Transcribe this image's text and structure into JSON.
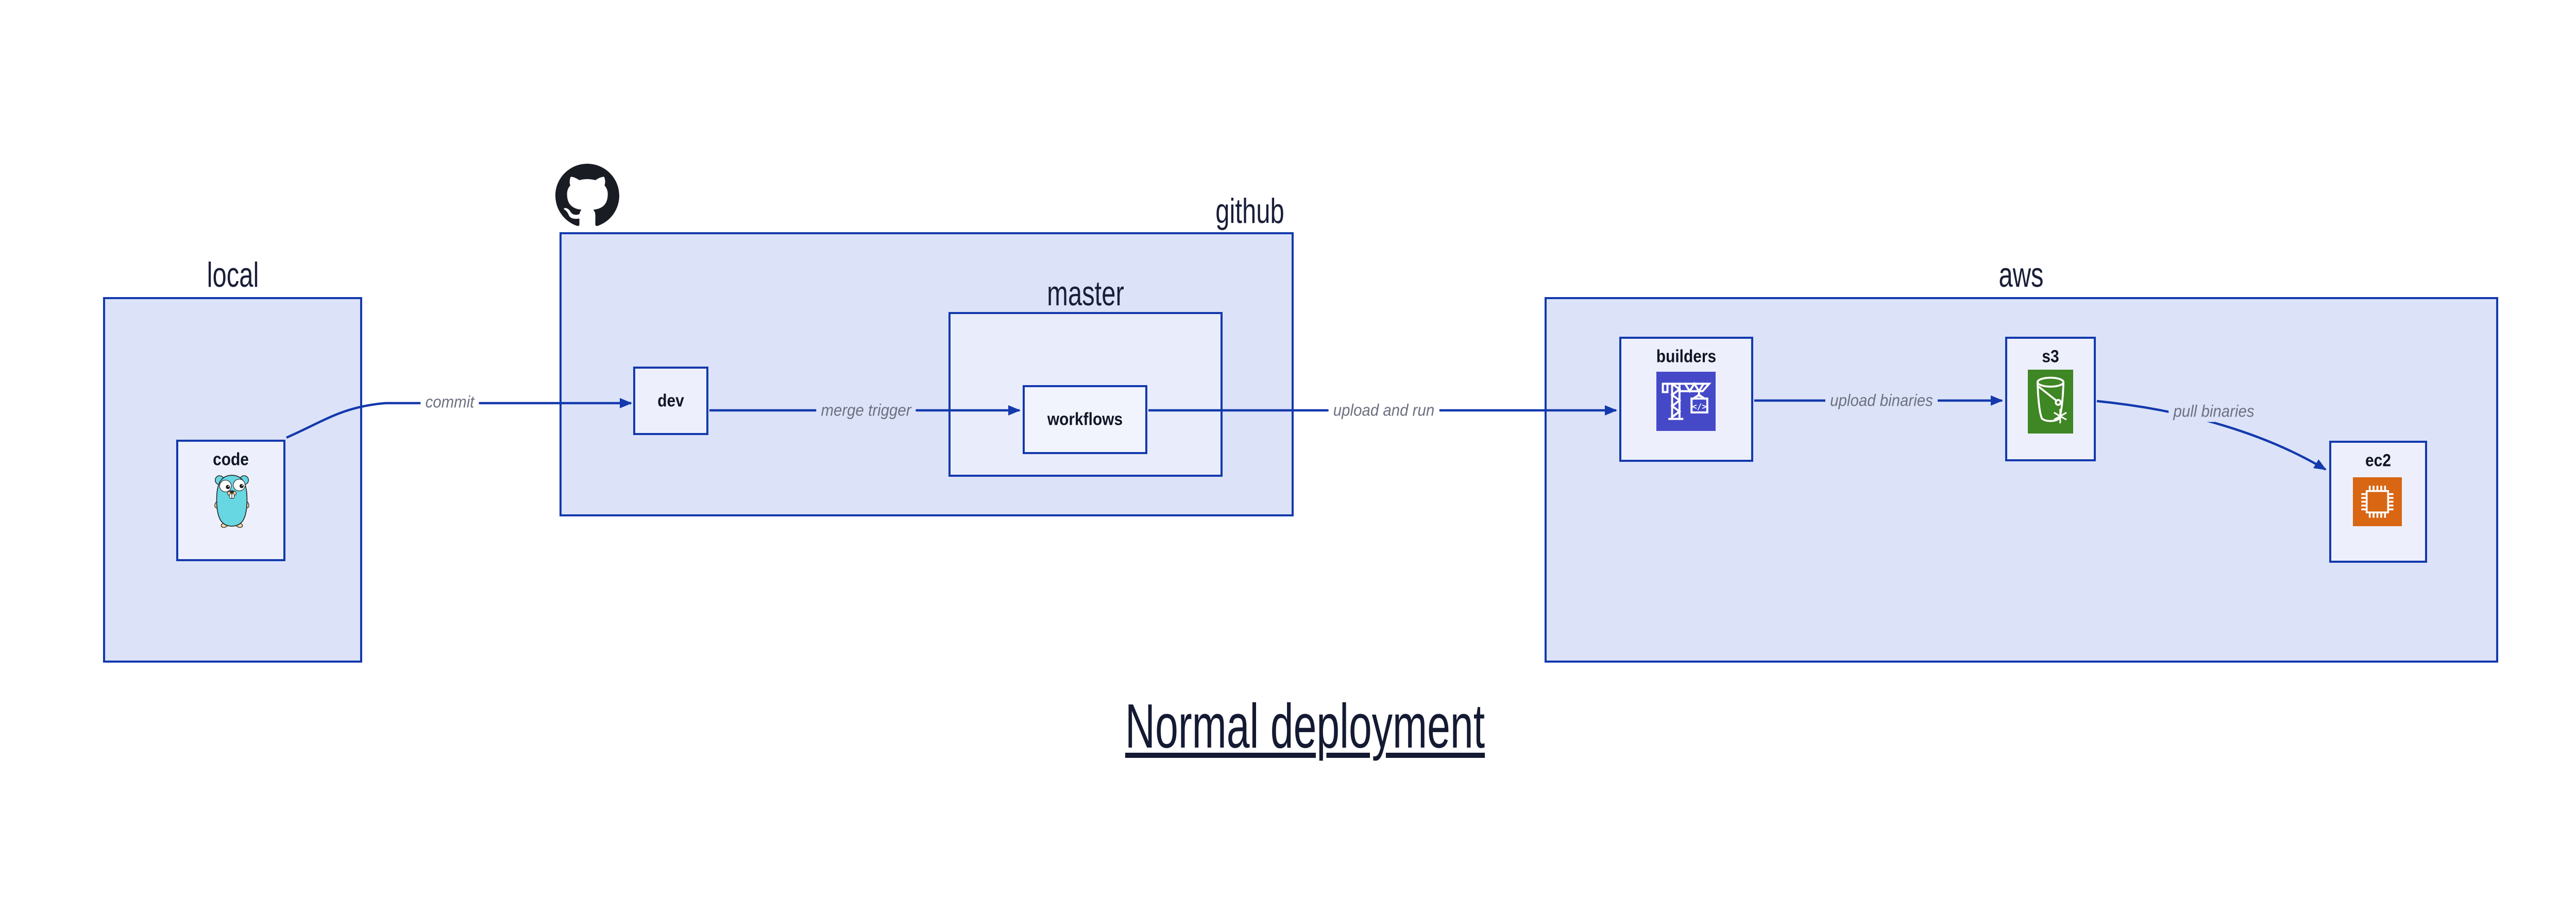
{
  "title": "Normal deployment",
  "groups": {
    "local": {
      "label": "local"
    },
    "github": {
      "label": "github"
    },
    "master": {
      "label": "master"
    },
    "aws": {
      "label": "aws"
    }
  },
  "nodes": {
    "code": {
      "label": "code"
    },
    "dev": {
      "label": "dev"
    },
    "workflows": {
      "label": "workflows"
    },
    "builders": {
      "label": "builders"
    },
    "s3": {
      "label": "s3"
    },
    "ec2": {
      "label": "ec2"
    }
  },
  "edges": {
    "commit": {
      "label": "commit"
    },
    "merge_trigger": {
      "label": "merge trigger"
    },
    "upload_and_run": {
      "label": "upload and run"
    },
    "upload_binaries": {
      "label": "upload binaries"
    },
    "pull_binaries": {
      "label": "pull binaries"
    }
  },
  "icons": {
    "github_logo": "github-octocat",
    "code_icon": "go-gopher",
    "builders_icon": "codebuild-crane",
    "builders_glyph": "</>",
    "s3_icon": "s3-bucket-snowflake",
    "ec2_icon": "ec2-chip"
  },
  "colors": {
    "line_blue": "#1339ad",
    "group_fill": "#dce3f8",
    "subgroup_fill": "#e9edfb",
    "node_fill": "#edf0fc",
    "nested_node_fill": "#f2f4fd",
    "edge_label_gray": "#6d7080",
    "text_dark_navy": "#151a33",
    "builders_icon_bg": "#4549c8",
    "s3_icon_bg": "#3f8624",
    "ec2_icon_bg": "#d86613",
    "gopher_teal": "#67d7e2",
    "octocat_black": "#191d23"
  }
}
